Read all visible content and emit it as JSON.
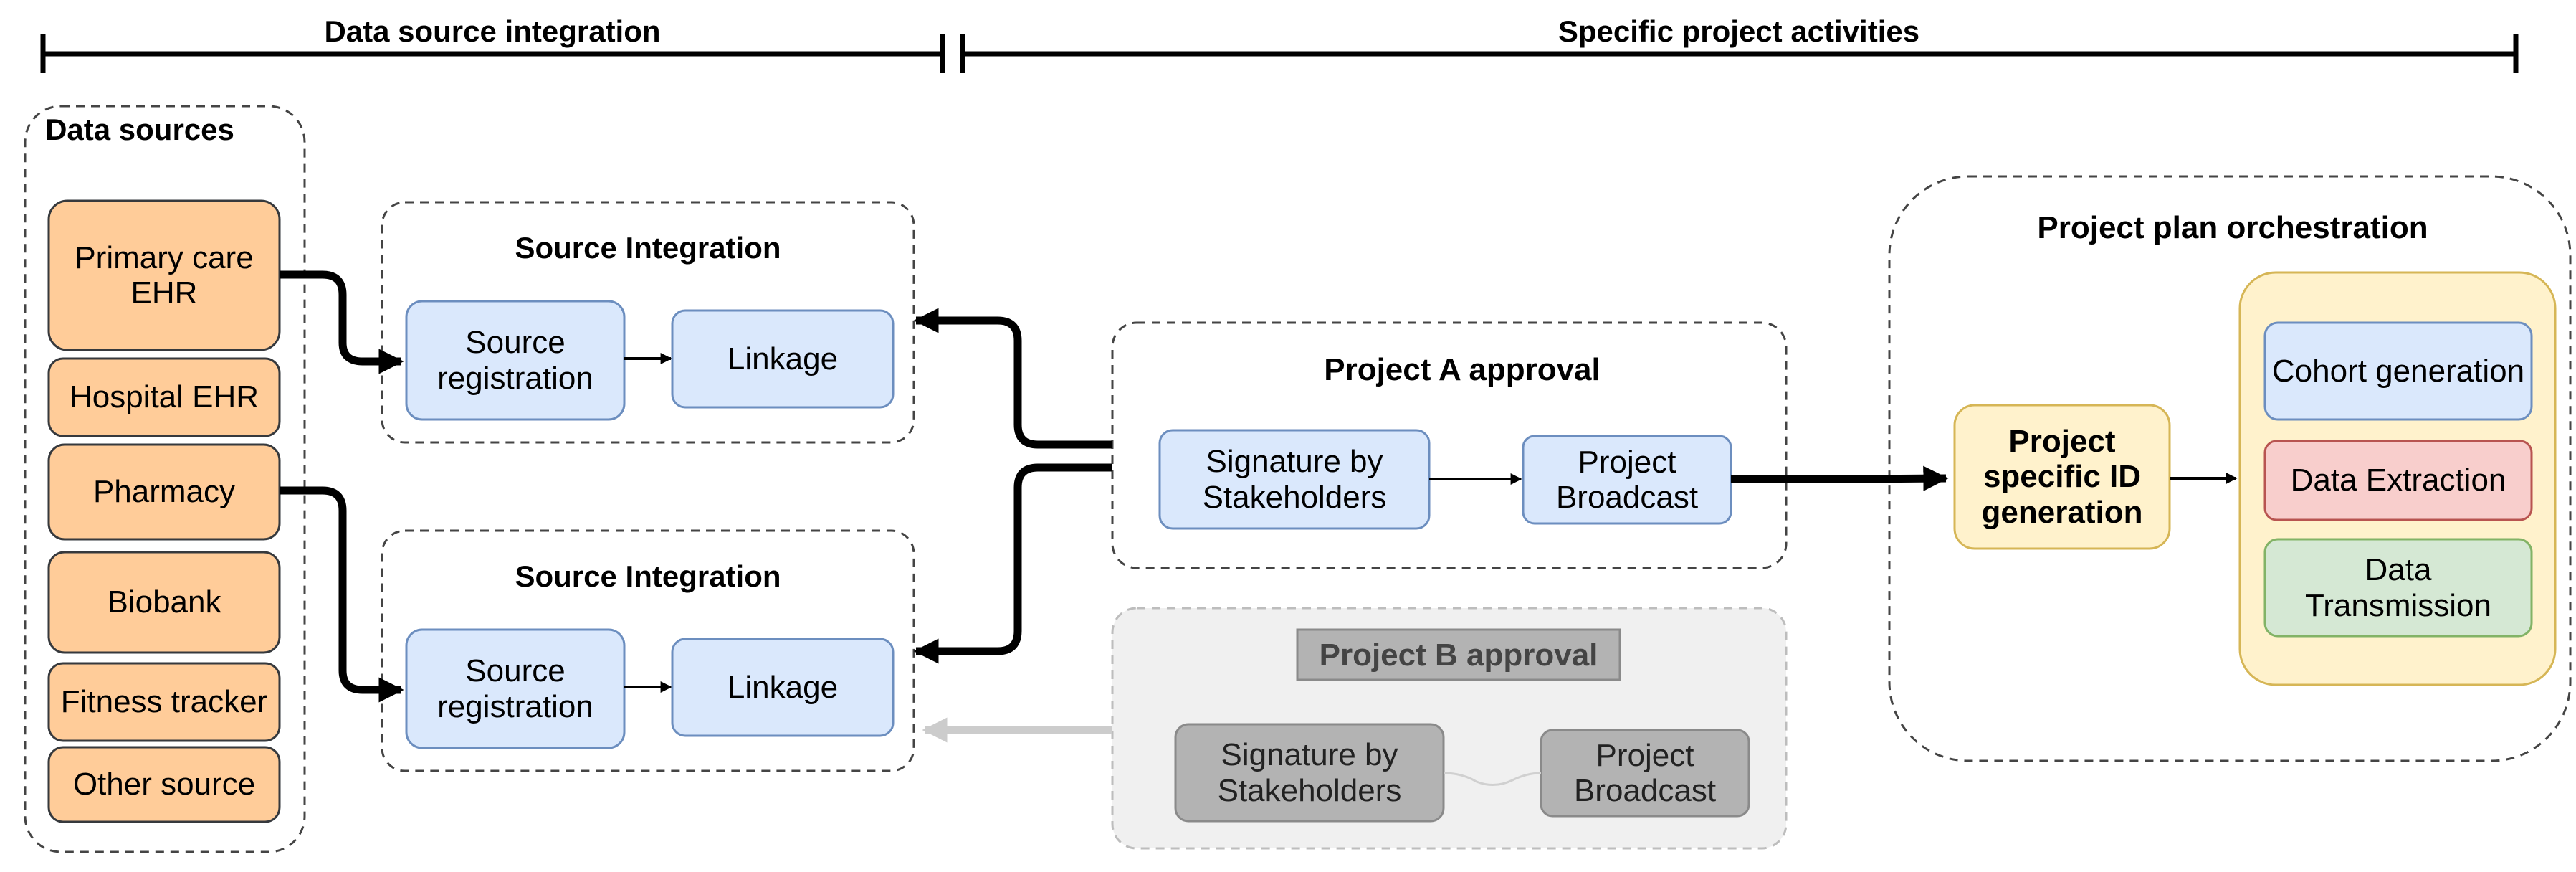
{
  "header": {
    "left_title": "Data source integration",
    "right_title": "Specific project activities"
  },
  "data_sources": {
    "title": "Data sources",
    "items": [
      "Primary care EHR",
      "Hospital EHR",
      "Pharmacy",
      "Biobank",
      "Fitness tracker",
      "Other source"
    ]
  },
  "source_integration_top": {
    "title": "Source Integration",
    "registration": "Source registration",
    "linkage": "Linkage"
  },
  "source_integration_bottom": {
    "title": "Source Integration",
    "registration": "Source registration",
    "linkage": "Linkage"
  },
  "project_a": {
    "title": "Project A approval",
    "signature": "Signature by Stakeholders",
    "broadcast": "Project Broadcast"
  },
  "project_b": {
    "title": "Project B approval",
    "signature": "Signature by Stakeholders",
    "broadcast": "Project Broadcast"
  },
  "orchestration": {
    "title": "Project plan orchestration",
    "id_generation": "Project specific ID generation",
    "cohort": "Cohort generation",
    "extraction": "Data Extraction",
    "transmission": "Data Transmission"
  },
  "colors": {
    "source_fill": "#FFCC99",
    "source_stroke": "#36393D",
    "blue_fill": "#DAE8FC",
    "blue_stroke": "#6C8EBF",
    "yellow_fill": "#FFF2CC",
    "yellow_stroke": "#D6B656",
    "red_fill": "#F8CECC",
    "red_stroke": "#B85450",
    "green_fill": "#D5E8D4",
    "green_stroke": "#82B366",
    "gray_group_fill": "#F0F0F0",
    "gray_box_fill": "#B3B3B3",
    "gray_arrow": "#CCCCCC"
  }
}
